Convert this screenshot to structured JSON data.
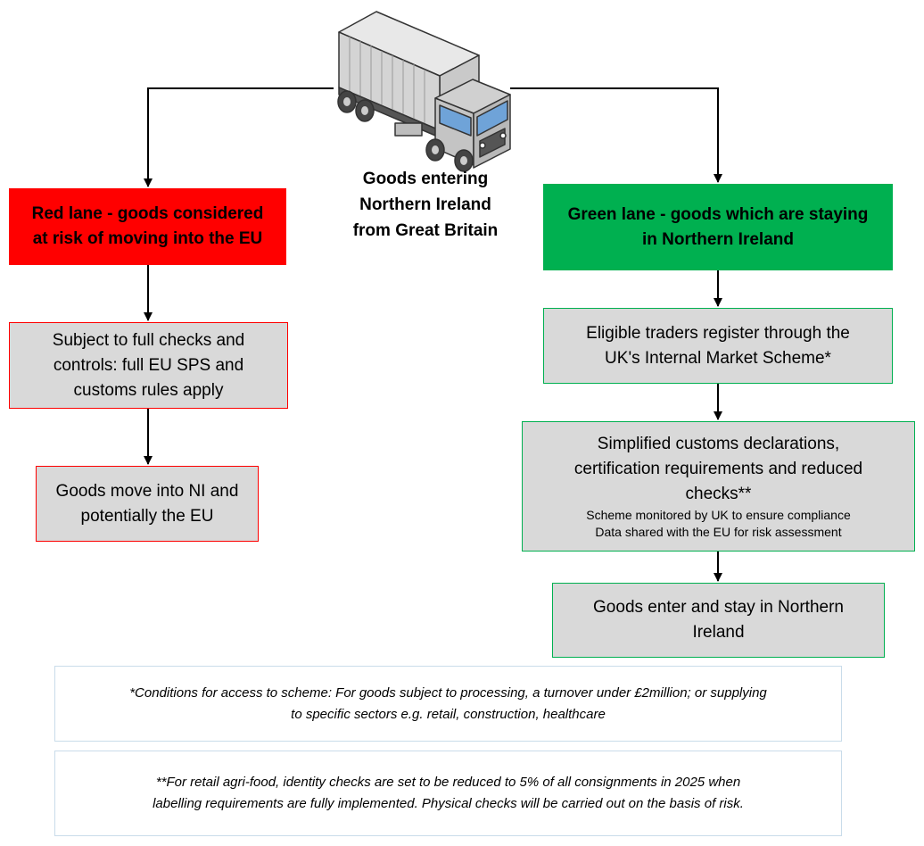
{
  "caption": {
    "lines": [
      "Goods entering",
      "Northern Ireland",
      "from Great Britain"
    ]
  },
  "red_lane": {
    "title": [
      "Red lane - goods considered",
      "at risk of moving into the EU"
    ],
    "step1": [
      "Subject to full checks and",
      "controls: full EU SPS and",
      "customs rules apply"
    ],
    "step2": [
      "Goods move into NI and",
      "potentially the EU"
    ]
  },
  "green_lane": {
    "title": [
      "Green lane - goods which are staying",
      "in Northern Ireland"
    ],
    "step1": [
      "Eligible traders register through the",
      "UK's Internal Market Scheme*"
    ],
    "step2": [
      "Simplified customs declarations,",
      "certification requirements and reduced",
      "checks**"
    ],
    "step2_notes": [
      "Scheme monitored by UK to ensure compliance",
      "Data shared with the EU for risk assessment"
    ],
    "step3": [
      "Goods enter and stay in Northern",
      "Ireland"
    ]
  },
  "footnotes": {
    "note1": [
      "*Conditions for access to scheme: For goods subject to processing, a turnover under £2million; or supplying",
      "to specific sectors e.g. retail, construction, healthcare"
    ],
    "note2": [
      "**For retail agri-food, identity checks are set to be reduced to 5% of all consignments in 2025 when",
      "labelling requirements are fully implemented. Physical checks will be carried out on the basis of risk."
    ]
  },
  "colors": {
    "red": "#ff0000",
    "green": "#00b050",
    "grey": "#d9d9d9",
    "note_border": "#c9dcea"
  },
  "icons": {
    "truck": "truck-icon"
  }
}
